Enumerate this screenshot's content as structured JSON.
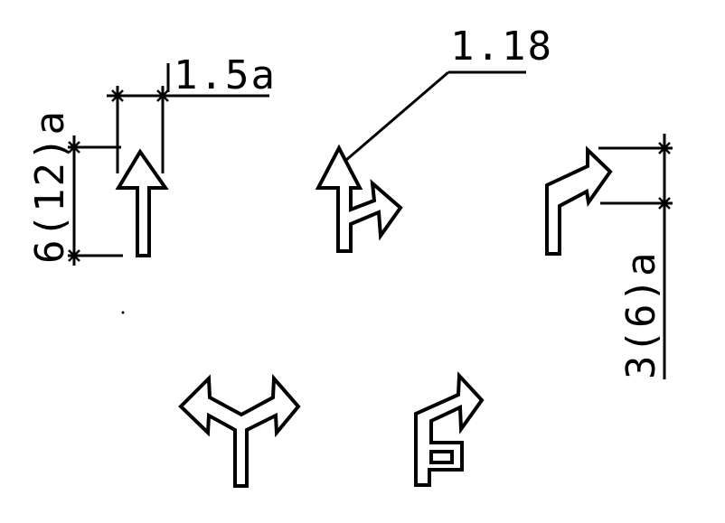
{
  "labels": {
    "width_dim": "1.5a",
    "height_dim_left": "6(12)a",
    "height_dim_right": "3(6)a",
    "callout": "1.18"
  }
}
